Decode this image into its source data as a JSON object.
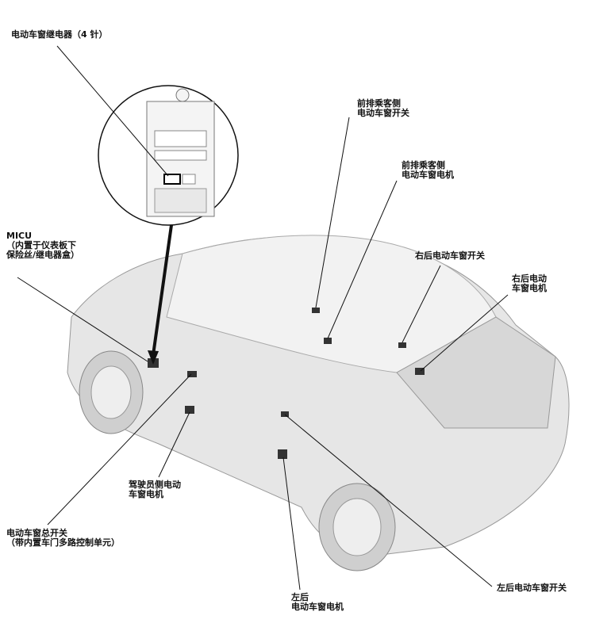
{
  "labels": {
    "relay": "电动车窗继电器（4 针）",
    "front_passenger_switch": [
      "前排乘客侧",
      "电动车窗开关"
    ],
    "front_passenger_motor": [
      "前排乘客侧",
      "电动车窗电机"
    ],
    "right_rear_switch": "右后电动车窗开关",
    "right_rear_motor": [
      "右后电动",
      "车窗电机"
    ],
    "micu": [
      "MICU",
      "（内置于仪表板下",
      "保险丝/继电器盒）"
    ],
    "driver_motor": [
      "驾驶员侧电动",
      "车窗电机"
    ],
    "master_switch": [
      "电动车窗总开关",
      "（带内置车门多路控制单元）"
    ],
    "left_rear_motor": [
      "左后",
      "电动车窗电机"
    ],
    "left_rear_switch": "左后电动车窗开关"
  }
}
